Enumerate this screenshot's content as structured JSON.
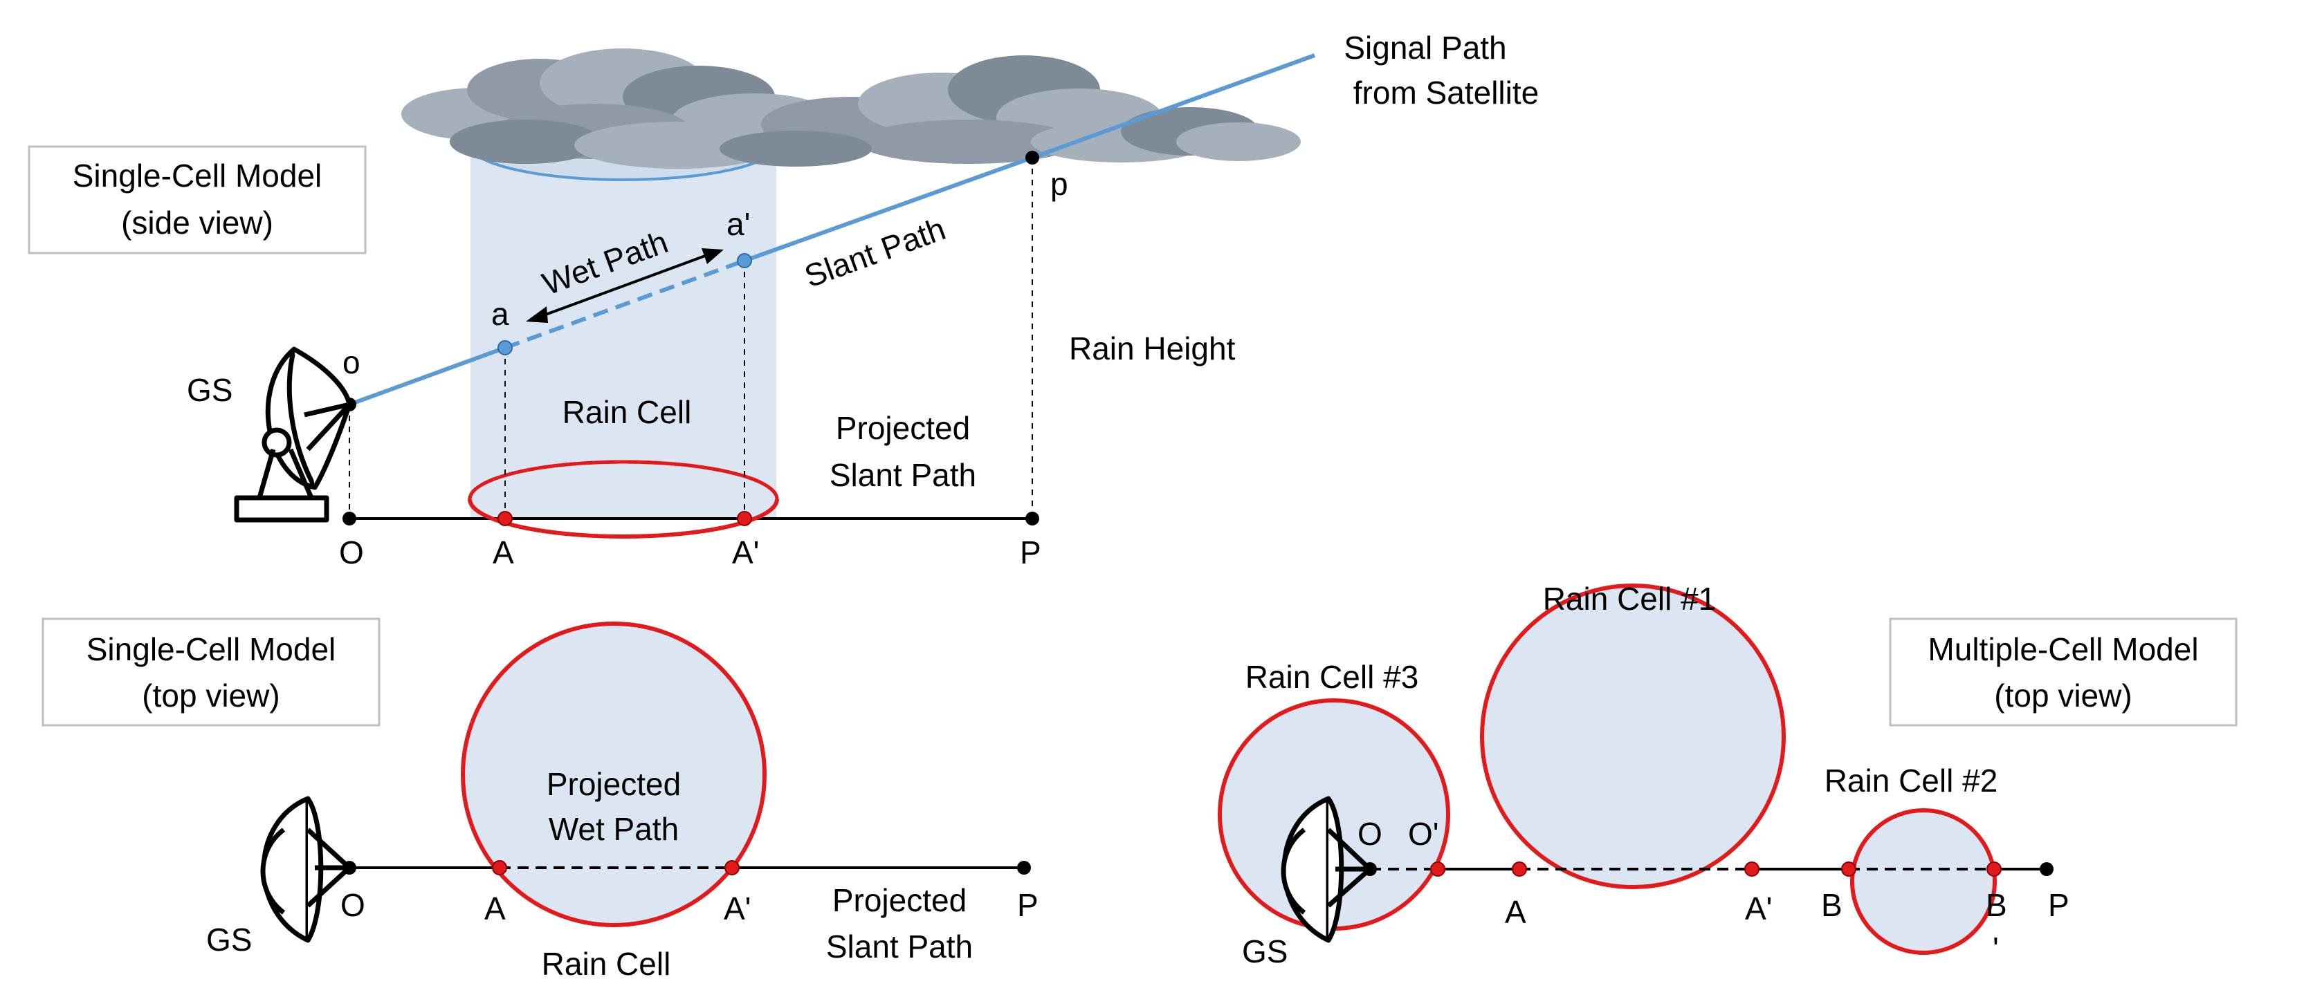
{
  "side_view": {
    "title_line1": "Single-Cell Model",
    "title_line2": "(side view)",
    "gs": "GS",
    "o": "o",
    "a": "a",
    "a_prime": "a'",
    "p": "p",
    "O": "O",
    "A": "A",
    "A_prime": "A'",
    "P": "P",
    "wet_path": "Wet Path",
    "slant_path": "Slant Path",
    "rain_cell": "Rain Cell",
    "rain_height": "Rain Height",
    "projected_line1": "Projected",
    "projected_line2": "Slant Path",
    "signal_line1": "Signal Path",
    "signal_line2": "from Satellite"
  },
  "single_top": {
    "title_line1": "Single-Cell Model",
    "title_line2": "(top view)",
    "wet_line1": "Projected",
    "wet_line2": "Wet Path",
    "gs": "GS",
    "O": "O",
    "A": "A",
    "A_prime": "A'",
    "P": "P",
    "rain_cell": "Rain Cell",
    "projected_line1": "Projected",
    "projected_line2": "Slant Path"
  },
  "multi_top": {
    "title_line1": "Multiple-Cell Model",
    "title_line2": "(top view)",
    "cell1": "Rain Cell #1",
    "cell2": "Rain Cell #2",
    "cell3": "Rain Cell #3",
    "gs": "GS",
    "O": "O",
    "O_prime": "O'",
    "A": "A",
    "A_prime": "A'",
    "B": "B",
    "B_prime_1": "B",
    "B_prime_2": "'",
    "P": "P"
  },
  "colors": {
    "rain_fill": "#dce6f2",
    "cell_red": "#e31a1c",
    "signal_blue": "#5b9bd5",
    "cloud_gray": "#a6b0bb",
    "cloud_dark": "#7e8a96"
  }
}
